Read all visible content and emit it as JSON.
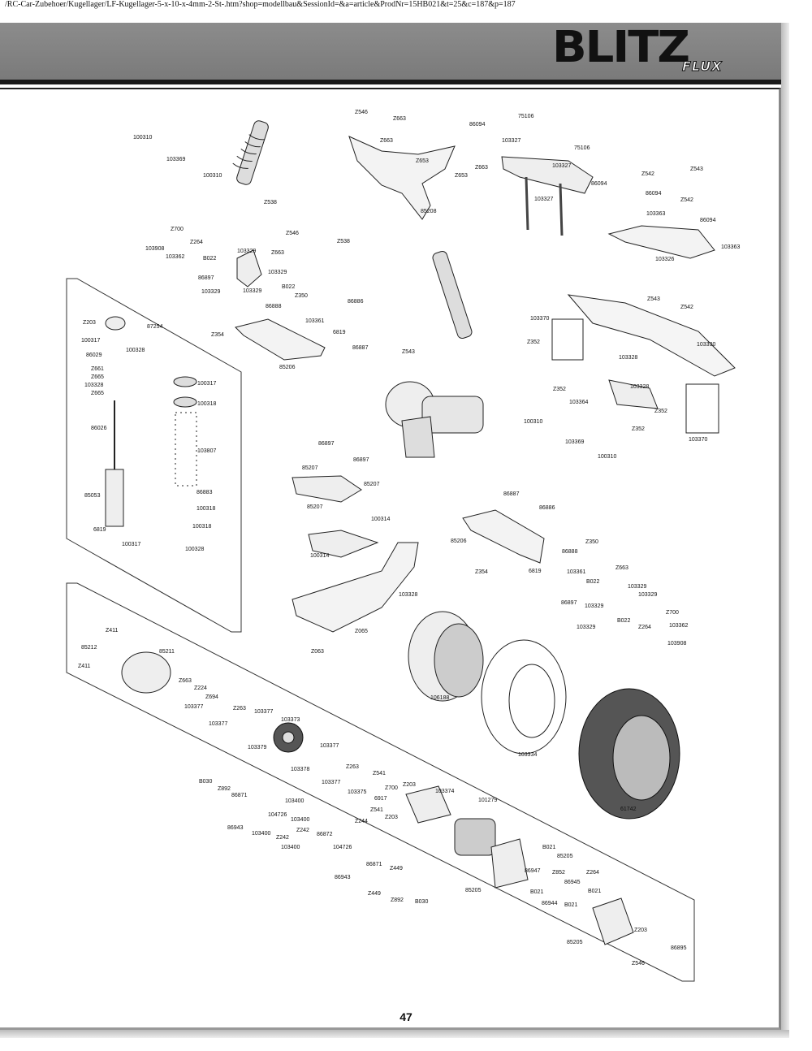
{
  "url_bar": "/RC-Car-Zubehoer/Kugellager/LF-Kugellager-5-x-10-x-4mm-2-St-.htm?shop=modellbau&SessionId=&a=article&ProdNr=15HB021&t=25&c=187&p=187",
  "logo": {
    "main": "BLITZ",
    "sub": "FLUX"
  },
  "page_number": "47",
  "parts": [
    "Z546",
    "Z663",
    "75106",
    "86094",
    "100310",
    "Z663",
    "103327",
    "103369",
    "Z653",
    "Z546",
    "75106",
    "100310",
    "Z663",
    "Z653",
    "103327",
    "Z542",
    "Z543",
    "86094",
    "Z538",
    "86094",
    "Z542",
    "103327",
    "85208",
    "103363",
    "Z700",
    "Z546",
    "86094",
    "Z264",
    "Z538",
    "103908",
    "103362",
    "103329",
    "Z663",
    "103363",
    "B022",
    "103329",
    "103326",
    "86897",
    "103329",
    "103329",
    "B022",
    "Z350",
    "Z543",
    "Z542",
    "103329",
    "86886",
    "86888",
    "103370",
    "Z203",
    "87254",
    "103361",
    "Z354",
    "6819",
    "Z352",
    "103330",
    "100317",
    "100328",
    "86887",
    "Z543",
    "85206",
    "103328",
    "86029",
    "Z661",
    "Z665",
    "100317",
    "Z352",
    "103328",
    "103328",
    "Z665",
    "100318",
    "103364",
    "Z352",
    "86026",
    "Z352",
    "100310",
    "103369",
    "103370",
    "86897",
    "103807",
    "100310",
    "85207",
    "86897",
    "85207",
    "85207",
    "86883",
    "85053",
    "100318",
    "86887",
    "86886",
    "100314",
    "100318",
    "6819",
    "100317",
    "85206",
    "Z350",
    "100328",
    "100314",
    "86888",
    "Z354",
    "103361",
    "6819",
    "103328",
    "Z663",
    "B022",
    "103329",
    "86897",
    "103329",
    "103329",
    "Z700",
    "B022",
    "Z264",
    "103362",
    "Z411",
    "103329",
    "Z065",
    "103908",
    "85212",
    "85211",
    "Z063",
    "Z411",
    "Z663",
    "Z224",
    "106188",
    "Z694",
    "103377",
    "Z263",
    "103377",
    "103377",
    "103373",
    "103379",
    "103377",
    "103334",
    "103378",
    "Z263",
    "103377",
    "Z541",
    "B030",
    "Z892",
    "Z203",
    "103374",
    "86871",
    "103375",
    "Z700",
    "6917",
    "101279",
    "103400",
    "Z541",
    "104726",
    "Z244",
    "Z203",
    "86943",
    "103400",
    "Z242",
    "86872",
    "103400",
    "Z242",
    "61742",
    "103400",
    "104726",
    "B021",
    "85205",
    "86871",
    "Z449",
    "86947",
    "Z852",
    "Z264",
    "86943",
    "86945",
    "B021",
    "Z449",
    "Z892",
    "B030",
    "85205",
    "B021",
    "86944",
    "B021",
    "Z203",
    "85205",
    "86895",
    "Z546"
  ]
}
